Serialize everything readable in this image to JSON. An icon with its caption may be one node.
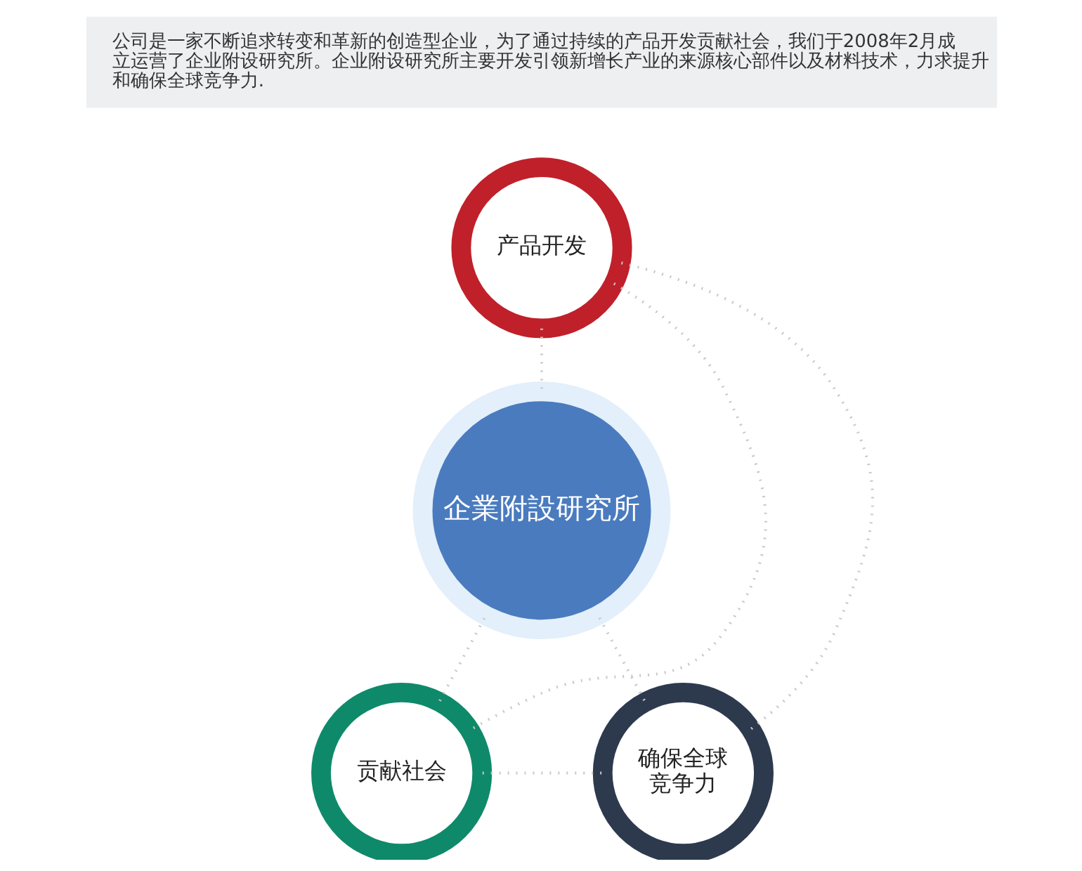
{
  "diagram": {
    "nodes": [
      {
        "text": [
          "公司是一家不断追求转变和革新的创造型企业，为了通过持续的产品开发贡献社会，我们于2008年2月成立运营了企业附设研究所。企业附设研究所主要开发引领新增长产业的来源核心部件以及材料技术，力求提升和确保全球竞争力."
        ]
      },
      {
        "text": [
          "产品开发"
        ]
      },
      {
        "text": [
          "企業附設研究所"
        ]
      },
      {
        "text": [
          "贡献社会"
        ]
      },
      {
        "text": [
          "确保全球竞争力"
        ]
      }
    ],
    "edges": [
      {
        "from": 1,
        "to": 2,
        "arrow": "none",
        "style": "dashed"
      },
      {
        "from": 2,
        "to": 3,
        "arrow": "none",
        "style": "dashed"
      },
      {
        "from": 2,
        "to": 4,
        "arrow": "none",
        "style": "dashed"
      },
      {
        "from": 1,
        "to": 3,
        "arrow": "none",
        "style": "dashed"
      },
      {
        "from": 1,
        "to": 4,
        "arrow": "none",
        "style": "dashed"
      },
      {
        "from": 3,
        "to": 4,
        "arrow": "none",
        "style": "dashed"
      }
    ]
  }
}
